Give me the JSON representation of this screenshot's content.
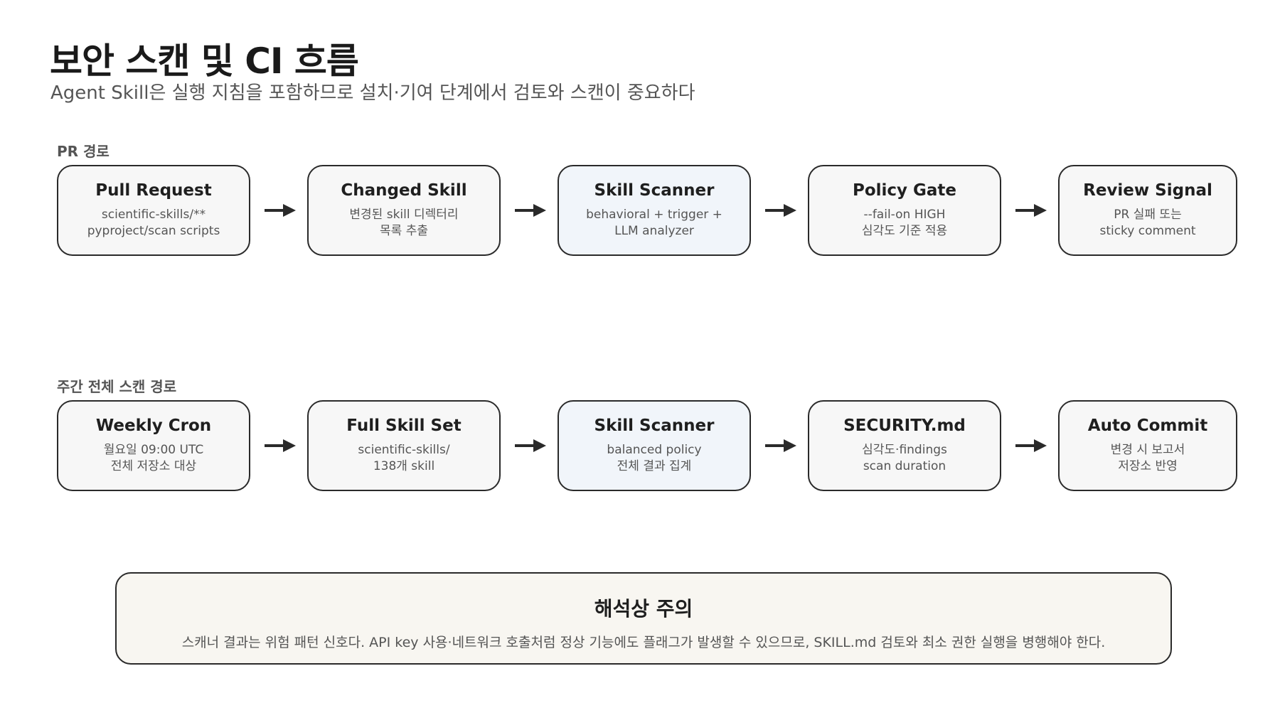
{
  "header": {
    "title": "보안 스캔 및 CI 흐름",
    "subtitle": "Agent Skill은 실행 지침을 포함하므로 설치·기여 단계에서 검토와 스캔이 중요하다"
  },
  "pr_flow": {
    "label": "PR 경로",
    "nodes": [
      {
        "title": "Pull Request",
        "line1": "scientific-skills/**",
        "line2": "pyproject/scan scripts"
      },
      {
        "title": "Changed Skill",
        "line1": "변경된 skill 디렉터리",
        "line2": "목록 추출"
      },
      {
        "title": "Skill Scanner",
        "line1": "behavioral + trigger +",
        "line2": "LLM analyzer"
      },
      {
        "title": "Policy Gate",
        "line1": "--fail-on HIGH",
        "line2": "심각도 기준 적용"
      },
      {
        "title": "Review Signal",
        "line1": "PR 실패 또는",
        "line2": "sticky comment"
      }
    ]
  },
  "weekly_flow": {
    "label": "주간 전체 스캔 경로",
    "nodes": [
      {
        "title": "Weekly Cron",
        "line1": "월요일 09:00 UTC",
        "line2": "전체 저장소 대상"
      },
      {
        "title": "Full Skill Set",
        "line1": "scientific-skills/",
        "line2": "138개 skill"
      },
      {
        "title": "Skill Scanner",
        "line1": "balanced policy",
        "line2": "전체 결과 집계"
      },
      {
        "title": "SECURITY.md",
        "line1": "심각도·findings",
        "line2": "scan duration"
      },
      {
        "title": "Auto Commit",
        "line1": "변경 시 보고서",
        "line2": "저장소 반영"
      }
    ]
  },
  "note": {
    "title": "해석상 주의",
    "text": "스캐너 결과는 위험 패턴 신호다. API key 사용·네트워크 호출처럼 정상 기능에도 플래그가 발생할 수 있으므로, SKILL.md 검토와 최소 권한 실행을 병행해야 한다."
  },
  "colors": {
    "node_fill": "#f7f7f7",
    "scanner_fill": "#f1f5fa",
    "note_fill": "#f8f6f1",
    "border": "#2a2a2a",
    "arrow": "#2a2a2a"
  },
  "icons": {
    "arrow": "right-arrow-icon"
  }
}
